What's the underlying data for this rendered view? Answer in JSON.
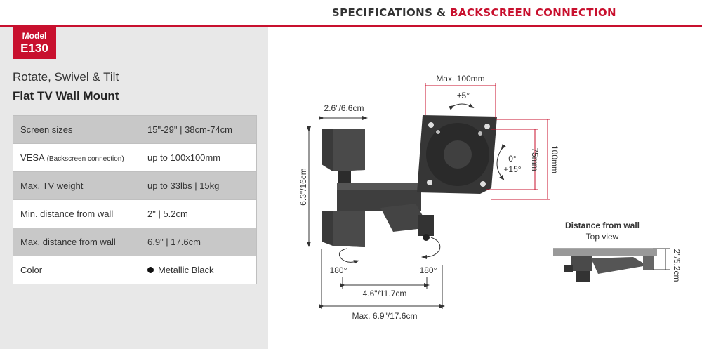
{
  "header": {
    "title_part1": "SPECIFICATIONS & ",
    "title_part2": "BACKSCREEN CONNECTION"
  },
  "product": {
    "model_label": "Model",
    "model_number": "E130",
    "subtitle": "Rotate, Swivel & Tilt",
    "title": "Flat TV Wall Mount"
  },
  "specs": [
    {
      "label": "Screen sizes",
      "value": "15\"-29\" | 38cm-74cm"
    },
    {
      "label": "VESA",
      "label_note": "(Backscreen connection)",
      "value": "up to 100x100mm"
    },
    {
      "label": "Max. TV weight",
      "value": "up to 33lbs | 15kg"
    },
    {
      "label": "Min. distance from wall",
      "value": "2\" | 5.2cm"
    },
    {
      "label": "Max. distance from wall",
      "value": "6.9\" | 17.6cm"
    },
    {
      "label": "Color",
      "value": "Metallic Black"
    }
  ],
  "diagram": {
    "max_vesa": "Max. 100mm",
    "tilt_swivel": "±5°",
    "arm_width": "2.6\"/6.6cm",
    "height": "6.3\"/16cm",
    "tilt_0": "0°",
    "tilt_15": "+15°",
    "vesa_75": "75mm",
    "vesa_100": "100mm",
    "rot_left": "180°",
    "rot_right": "180°",
    "arm_min": "4.6\"/11.7cm",
    "arm_max": "Max. 6.9\"/17.6cm",
    "distance_title": "Distance from wall",
    "distance_sub": "Top view",
    "distance_value": "2\"/5.2cm"
  },
  "colors": {
    "accent": "#c8102e",
    "panel": "#e8e8e8",
    "row_shade": "#c8c8c8",
    "product_color": "#111111"
  }
}
